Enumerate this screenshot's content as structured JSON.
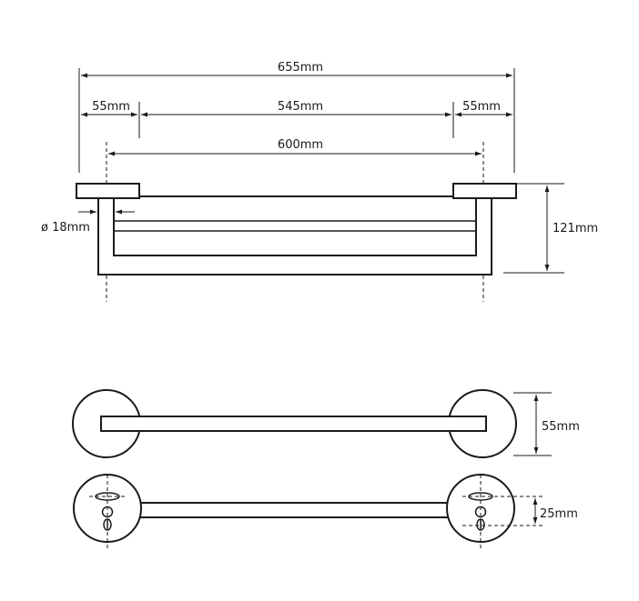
{
  "dimensions": {
    "overall_length": "655mm",
    "left_flange": "55mm",
    "bar_length": "545mm",
    "right_flange": "55mm",
    "center_distance": "600mm",
    "tube_diameter": "ø 18mm",
    "projection_depth": "121mm",
    "flange_diameter": "55mm",
    "hole_spacing": "25mm"
  },
  "colors": {
    "line": "#1a1a1a",
    "background": "#ffffff"
  }
}
